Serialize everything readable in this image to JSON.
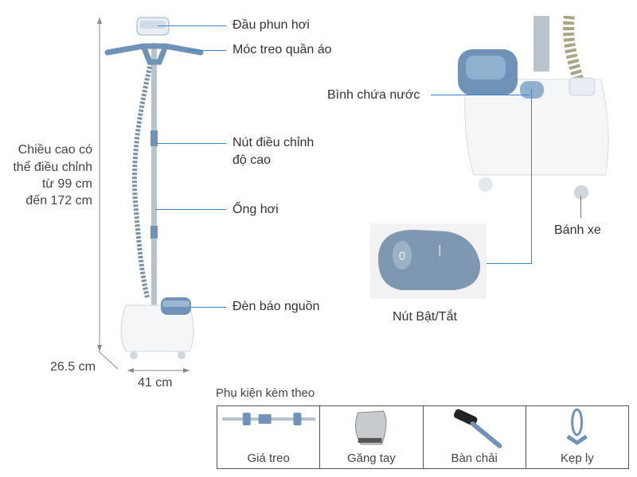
{
  "labels": {
    "dau_phun_hoi": "Đầu phun hơi",
    "moc_treo": "Móc treo quần áo",
    "nut_dieu_chinh_line1": "Nút điều chỉnh",
    "nut_dieu_chinh_line2": "độ cao",
    "ong_hoi": "Ống hơi",
    "den_bao": "Đèn báo nguồn",
    "binh_chua_nuoc": "Bình chứa nước",
    "banh_xe": "Bánh xe",
    "nut_bat_tat": "Nút Bật/Tắt"
  },
  "dimensions": {
    "height_line1": "Chiều cao có",
    "height_line2": "thể điều chỉnh",
    "height_line3": "từ 99 cm",
    "height_line4": "đến 172 cm",
    "depth": "26.5 cm",
    "width": "41 cm"
  },
  "accessories": {
    "title": "Phụ kiện kèm theo",
    "items": [
      {
        "label": "Giá treo",
        "icon": "hanger-bar-icon"
      },
      {
        "label": "Găng tay",
        "icon": "glove-icon"
      },
      {
        "label": "Bàn chải",
        "icon": "brush-icon"
      },
      {
        "label": "Kẹp ly",
        "icon": "crease-clip-icon"
      }
    ]
  },
  "colors": {
    "accent_blue": "#6f93b8",
    "line_blue": "#3a86c8",
    "body_white": "#f4f6f8"
  }
}
